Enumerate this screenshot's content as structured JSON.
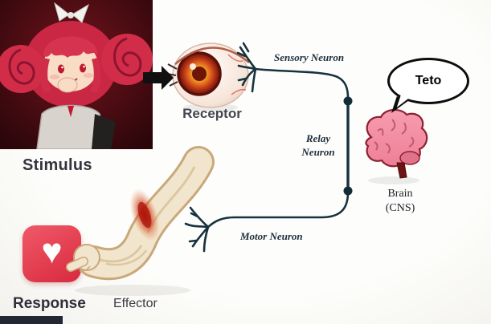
{
  "labels": {
    "stimulus": "Stimulus",
    "receptor": "Receptor",
    "sensory_neuron": "Sensory Neuron",
    "relay_neuron": {
      "line1": "Relay",
      "line2": "Neuron"
    },
    "brain": {
      "line1": "Brain",
      "line2": "(CNS)"
    },
    "motor_neuron": "Motor Neuron",
    "effector": "Effector",
    "response": "Response"
  },
  "speech_bubble": {
    "text": "Teto"
  },
  "icons": {
    "heart_glyph": "♥"
  },
  "colors": {
    "background": "#fafaf6",
    "neuron_line": "#17323e",
    "brain_pink": "#f291a6",
    "heart_button_red": "#d8293e",
    "arm_skin": "#f2e5cd",
    "inflammation_red": "#c11c0c"
  },
  "flow": [
    {
      "from": "Stimulus",
      "to": "Receptor"
    },
    {
      "from": "Receptor",
      "to": "Brain (CNS)",
      "via": [
        "Sensory Neuron",
        "Relay Neuron"
      ]
    },
    {
      "from": "Brain (CNS)",
      "to": "Effector",
      "via": [
        "Motor Neuron"
      ]
    },
    {
      "from": "Effector",
      "to": "Response"
    }
  ]
}
